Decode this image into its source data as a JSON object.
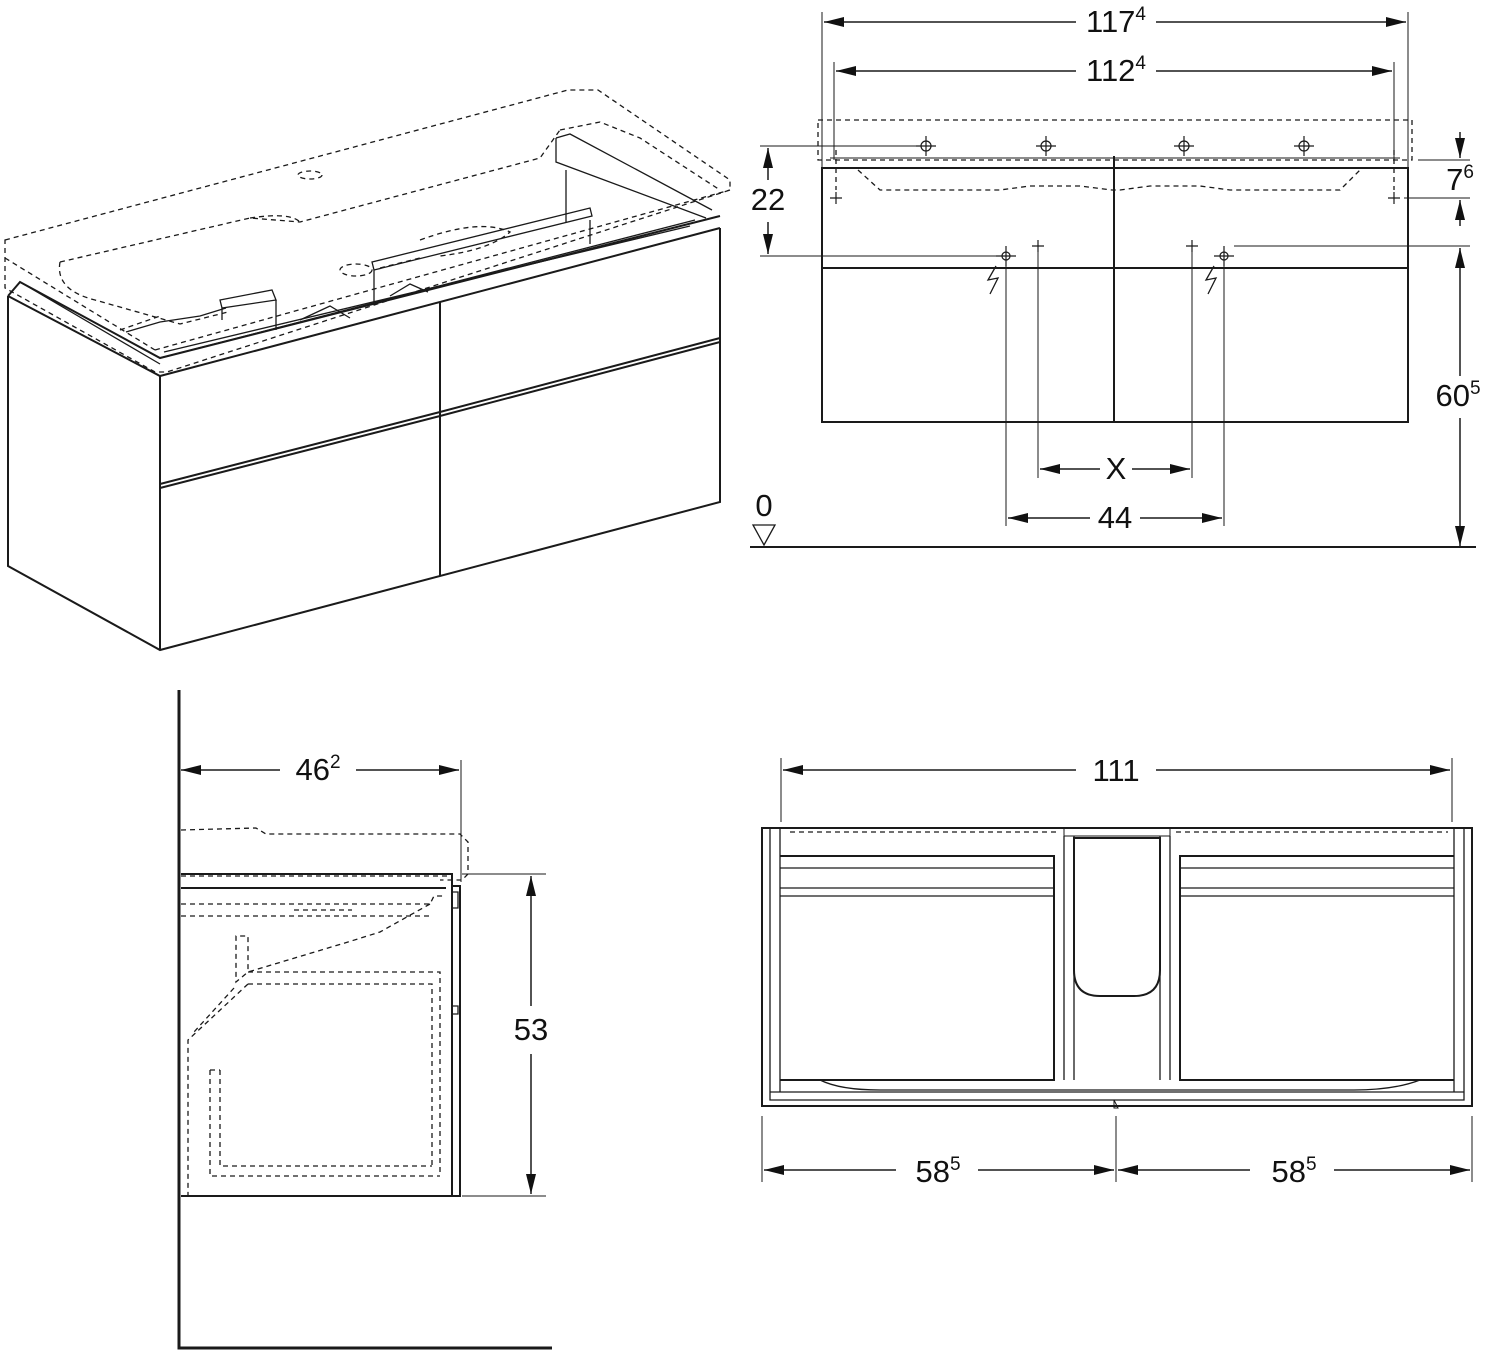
{
  "dimensions": {
    "front": {
      "overall_width": {
        "main": "117",
        "sup": "4"
      },
      "fixing_width": {
        "main": "112",
        "sup": "4"
      },
      "height_22": {
        "main": "22",
        "sup": ""
      },
      "height_7_6": {
        "main": "7",
        "sup": "6"
      },
      "height_60_5": {
        "main": "60",
        "sup": "5"
      },
      "x_label": {
        "main": "X",
        "sup": ""
      },
      "width_44": {
        "main": "44",
        "sup": ""
      },
      "floor_zero": {
        "main": "0",
        "sup": ""
      }
    },
    "side": {
      "depth": {
        "main": "46",
        "sup": "2"
      },
      "height": {
        "main": "53",
        "sup": ""
      }
    },
    "top": {
      "width": {
        "main": "111",
        "sup": ""
      },
      "left_half": {
        "main": "58",
        "sup": "5"
      },
      "right_half": {
        "main": "58",
        "sup": "5"
      }
    }
  }
}
